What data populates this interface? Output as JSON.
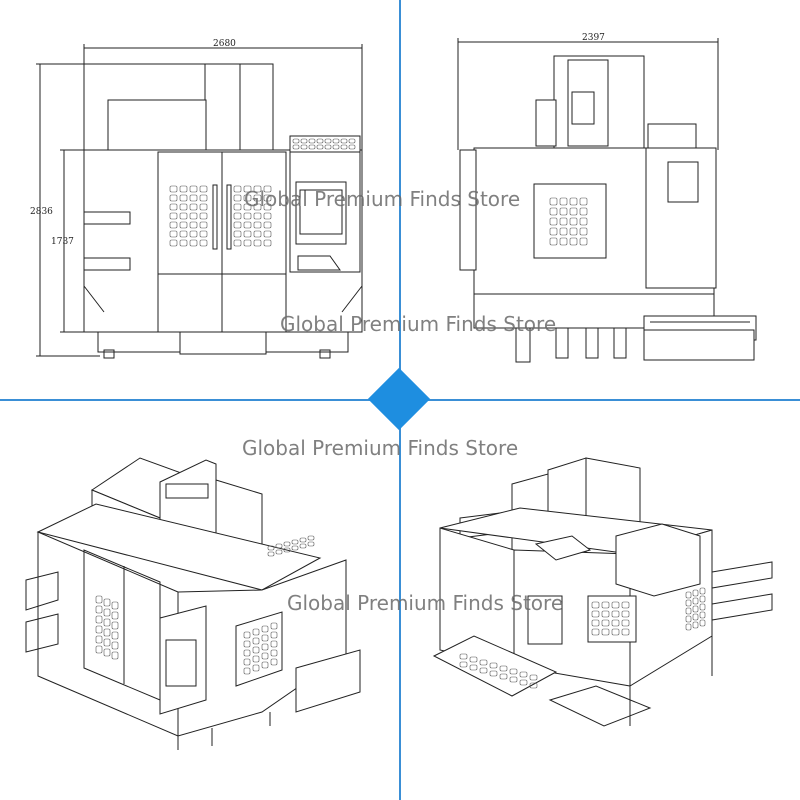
{
  "views": [
    {
      "id": "front",
      "dimensions": {
        "width": "2680",
        "height_total": "2836",
        "height_lower": "1737"
      }
    },
    {
      "id": "side",
      "dimensions": {
        "width": "2397"
      }
    },
    {
      "id": "iso-front"
    },
    {
      "id": "iso-rear"
    }
  ],
  "watermark": "Global Premium Finds Store",
  "colors": {
    "divider": "#3a8fd6",
    "diamond": "#1e8ee0",
    "line": "#222222",
    "watermark": "#6a6a6a"
  }
}
